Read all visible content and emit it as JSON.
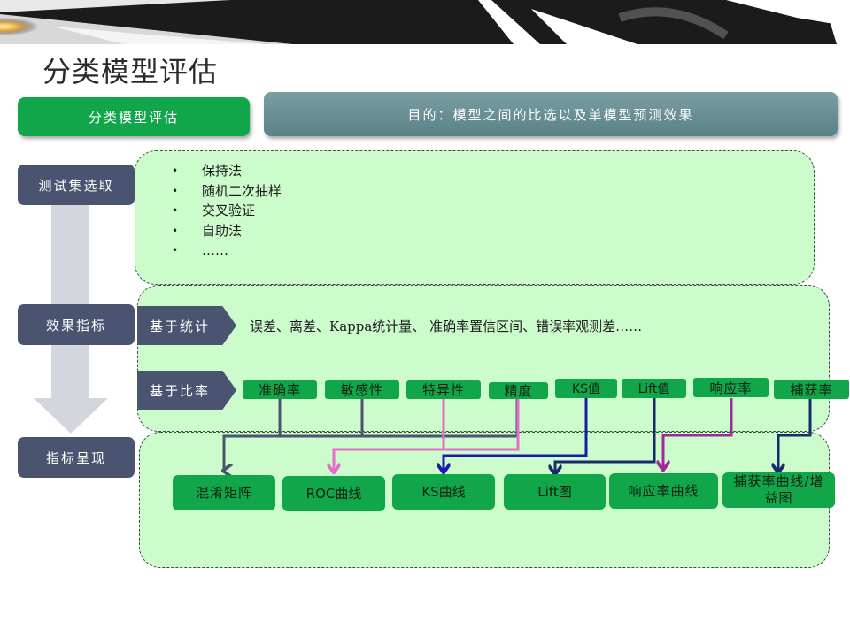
{
  "page": {
    "title": "分类模型评估"
  },
  "header": {
    "left_box": "分类模型评估",
    "purpose_box": "目的：模型之间的比选以及单模型预测效果"
  },
  "stages": [
    {
      "label": "测试集选取"
    },
    {
      "label": "效果指标"
    },
    {
      "label": "指标呈现"
    }
  ],
  "test_set_methods": [
    "保持法",
    "随机二次抽样",
    "交叉验证",
    "自助法",
    "……"
  ],
  "bullet_symbol": "•",
  "metrics": {
    "statistics": {
      "label": "基于统计",
      "text": "误差、离差、Kappa统计量、 准确率置信区间、错误率观测差……"
    },
    "ratio": {
      "label": "基于比率",
      "tags": [
        "准确率",
        "敏感性",
        "特异性",
        "精度",
        "KS值",
        "Lift值",
        "响应率",
        "捕获率"
      ]
    }
  },
  "presentations": [
    "混淆矩阵",
    "ROC曲线",
    "KS曲线",
    "Lift图",
    "响应率曲线",
    "捕获率曲线/增益图"
  ],
  "colors": {
    "green_box": "#12a64a",
    "panel_fill": "#ccfccc",
    "stage_box": "#4a5470",
    "purpose_box": "#6b9196",
    "arrow_gray": "#d4d6de",
    "line_slate": "#4a5470",
    "line_pink": "#e86cc8",
    "line_blue": "#1a1aa8",
    "line_navy": "#1a2a6a",
    "line_purple": "#a02a9a"
  }
}
